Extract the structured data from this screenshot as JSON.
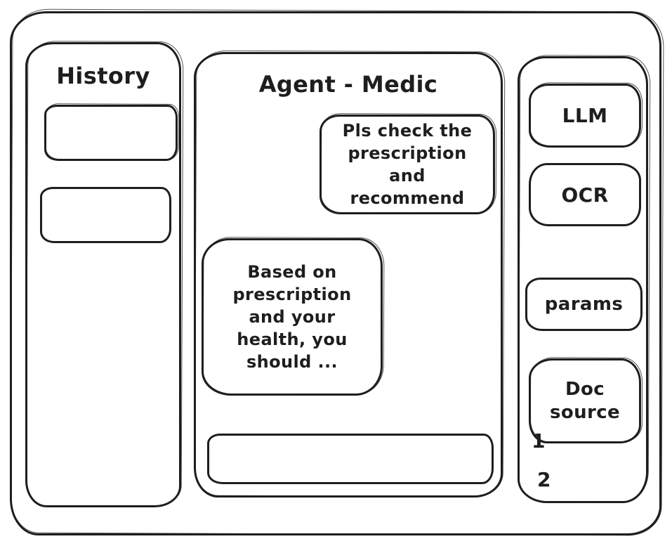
{
  "app": {
    "stroke_color": "#1e1e1e",
    "background_color": "#ffffff"
  },
  "history_panel": {
    "title": "History",
    "slots": [
      "",
      ""
    ]
  },
  "chat_panel": {
    "title": "Agent - Medic",
    "messages": [
      {
        "role": "user",
        "text": "Pls check the prescription and recommend"
      },
      {
        "role": "assistant",
        "text": "Based on prescription and your health, you should ..."
      }
    ],
    "input_value": ""
  },
  "tools_panel": {
    "buttons": [
      {
        "label": "LLM"
      },
      {
        "label": "OCR"
      },
      {
        "label": "params"
      },
      {
        "label": "Doc source"
      }
    ],
    "doc_source_items": [
      "1",
      "2"
    ]
  }
}
